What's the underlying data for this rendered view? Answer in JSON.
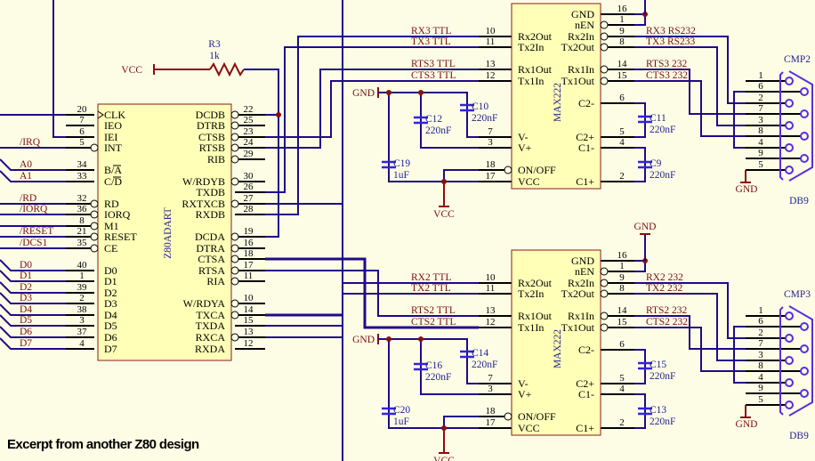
{
  "caption": "Excerpt from another Z80 design",
  "power": {
    "vcc": "VCC",
    "gnd": "GND"
  },
  "colors": {
    "wire": "#1f0a8a",
    "net_label": "#7a0f0f",
    "component": "#24238f",
    "chip_fill": "#ffffb8",
    "chip_border": "#8a1a1a",
    "connector": "#5a2de0",
    "junction": "#8a0f0f"
  },
  "resistor": {
    "ref": "R3",
    "value": "1k"
  },
  "z80": {
    "name": "Z80ADART",
    "left_pins": [
      {
        "num": "20",
        "name": "CLK",
        "net": "",
        "clock": true
      },
      {
        "num": "7",
        "name": "IEO",
        "net": ""
      },
      {
        "num": "6",
        "name": "IEI",
        "net": ""
      },
      {
        "num": "5",
        "name": "INT",
        "net": "/IRQ",
        "inverted": true
      },
      {
        "num": "34",
        "name": "B/A",
        "net": "A0"
      },
      {
        "num": "33",
        "name": "C/D",
        "net": "A1"
      },
      {
        "num": "32",
        "name": "RD",
        "net": "/RD",
        "inverted": true
      },
      {
        "num": "36",
        "name": "IORQ",
        "net": "/IORQ",
        "inverted": true
      },
      {
        "num": "8",
        "name": "M1",
        "net": "",
        "inverted": true
      },
      {
        "num": "21",
        "name": "RESET",
        "net": "/RESET",
        "inverted": true
      },
      {
        "num": "35",
        "name": "CE",
        "net": "/DCS1",
        "inverted": true
      },
      {
        "num": "40",
        "name": "D0",
        "net": "D0"
      },
      {
        "num": "1",
        "name": "D1",
        "net": "D1"
      },
      {
        "num": "39",
        "name": "D2",
        "net": "D2"
      },
      {
        "num": "2",
        "name": "D3",
        "net": "D3"
      },
      {
        "num": "38",
        "name": "D4",
        "net": "D4"
      },
      {
        "num": "3",
        "name": "D5",
        "net": "D5"
      },
      {
        "num": "37",
        "name": "D6",
        "net": "D6"
      },
      {
        "num": "4",
        "name": "D7",
        "net": "D7"
      }
    ],
    "right_pins": [
      {
        "num": "22",
        "name": "DCDB",
        "inverted": true
      },
      {
        "num": "25",
        "name": "DTRB",
        "inverted": true
      },
      {
        "num": "23",
        "name": "CTSB",
        "inverted": true
      },
      {
        "num": "24",
        "name": "RTSB",
        "inverted": true
      },
      {
        "num": "29",
        "name": "RIB",
        "inverted": true
      },
      {
        "num": "30",
        "name": "W/RDYB",
        "inverted": true
      },
      {
        "num": "26",
        "name": "TXDB"
      },
      {
        "num": "27",
        "name": "RXTXCB",
        "inverted": true
      },
      {
        "num": "28",
        "name": "RXDB"
      },
      {
        "num": "19",
        "name": "DCDA",
        "inverted": true
      },
      {
        "num": "16",
        "name": "DTRA",
        "inverted": true
      },
      {
        "num": "18",
        "name": "CTSA",
        "inverted": true
      },
      {
        "num": "17",
        "name": "RTSA",
        "inverted": true
      },
      {
        "num": "11",
        "name": "RIA",
        "inverted": true
      },
      {
        "num": "10",
        "name": "W/RDYA",
        "inverted": true
      },
      {
        "num": "14",
        "name": "TXCA",
        "inverted": true
      },
      {
        "num": "15",
        "name": "TXDA"
      },
      {
        "num": "13",
        "name": "RXCA",
        "inverted": true
      },
      {
        "num": "12",
        "name": "RXDA"
      }
    ]
  },
  "max222": [
    {
      "name": "MAX222",
      "left_pins": [
        {
          "num": "10",
          "name": "Rx2Out",
          "net": "RX3  TTL"
        },
        {
          "num": "11",
          "name": "Tx2In",
          "net": "TX3  TTL"
        },
        {
          "num": "13",
          "name": "Rx1Out",
          "net": "RTS3  TTL"
        },
        {
          "num": "12",
          "name": "Tx1In",
          "net": "CTS3  TTL"
        },
        {
          "num": "7",
          "name": "V-",
          "net": ""
        },
        {
          "num": "3",
          "name": "V+",
          "net": ""
        },
        {
          "num": "18",
          "name": "ON/OFF",
          "net": "",
          "inverted": true
        },
        {
          "num": "17",
          "name": "VCC",
          "net": ""
        }
      ],
      "right_pins": [
        {
          "num": "16",
          "name": "GND",
          "net": ""
        },
        {
          "num": "1",
          "name": "nEN",
          "net": "",
          "inverted": true
        },
        {
          "num": "9",
          "name": "Rx2In",
          "net": "RX3  RS232",
          "inverted": true
        },
        {
          "num": "8",
          "name": "Tx2Out",
          "net": "TX3  RS233",
          "inverted": true
        },
        {
          "num": "14",
          "name": "Rx1In",
          "net": "RTS3  232",
          "inverted": true
        },
        {
          "num": "15",
          "name": "Tx1Out",
          "net": "CTS3  232",
          "inverted": true
        },
        {
          "num": "6",
          "name": "C2-",
          "net": ""
        },
        {
          "num": "5",
          "name": "C2+",
          "net": ""
        },
        {
          "num": "4",
          "name": "C1-",
          "net": ""
        },
        {
          "num": "2",
          "name": "C1+",
          "net": ""
        }
      ],
      "caps": [
        {
          "ref": "C10",
          "value": "220nF"
        },
        {
          "ref": "C12",
          "value": "220nF"
        },
        {
          "ref": "C19",
          "value": "1uF"
        },
        {
          "ref": "C11",
          "value": "220nF"
        },
        {
          "ref": "C9",
          "value": "220nF"
        }
      ]
    },
    {
      "name": "MAX222",
      "left_pins": [
        {
          "num": "10",
          "name": "Rx2Out",
          "net": "RX2  TTL"
        },
        {
          "num": "11",
          "name": "Tx2In",
          "net": "TX2  TTL"
        },
        {
          "num": "13",
          "name": "Rx1Out",
          "net": "RTS2  TTL"
        },
        {
          "num": "12",
          "name": "Tx1In",
          "net": "CTS2  TTL"
        },
        {
          "num": "7",
          "name": "V-",
          "net": ""
        },
        {
          "num": "3",
          "name": "V+",
          "net": ""
        },
        {
          "num": "18",
          "name": "ON/OFF",
          "net": "",
          "inverted": true
        },
        {
          "num": "17",
          "name": "VCC",
          "net": ""
        }
      ],
      "right_pins": [
        {
          "num": "16",
          "name": "GND",
          "net": ""
        },
        {
          "num": "1",
          "name": "nEN",
          "net": "",
          "inverted": true
        },
        {
          "num": "9",
          "name": "Rx2In",
          "net": "RX2  232",
          "inverted": true
        },
        {
          "num": "8",
          "name": "Tx2Out",
          "net": "TX2  232",
          "inverted": true
        },
        {
          "num": "14",
          "name": "Rx1In",
          "net": "RTS2  232",
          "inverted": true
        },
        {
          "num": "15",
          "name": "Tx1Out",
          "net": "CTS2  232",
          "inverted": true
        },
        {
          "num": "6",
          "name": "C2-",
          "net": ""
        },
        {
          "num": "5",
          "name": "C2+",
          "net": ""
        },
        {
          "num": "4",
          "name": "C1-",
          "net": ""
        },
        {
          "num": "2",
          "name": "C1+",
          "net": ""
        }
      ],
      "caps": [
        {
          "ref": "C14",
          "value": "220nF"
        },
        {
          "ref": "C16",
          "value": "220nF"
        },
        {
          "ref": "C20",
          "value": "1uF"
        },
        {
          "ref": "C15",
          "value": "220nF"
        },
        {
          "ref": "C13",
          "value": "220nF"
        }
      ]
    }
  ],
  "connectors": [
    {
      "ref": "CMP2",
      "type": "DB9",
      "pins": [
        "1",
        "6",
        "2",
        "7",
        "3",
        "8",
        "4",
        "9",
        "5"
      ]
    },
    {
      "ref": "CMP3",
      "type": "DB9",
      "pins": [
        "1",
        "6",
        "2",
        "7",
        "3",
        "8",
        "4",
        "9",
        "5"
      ]
    }
  ]
}
